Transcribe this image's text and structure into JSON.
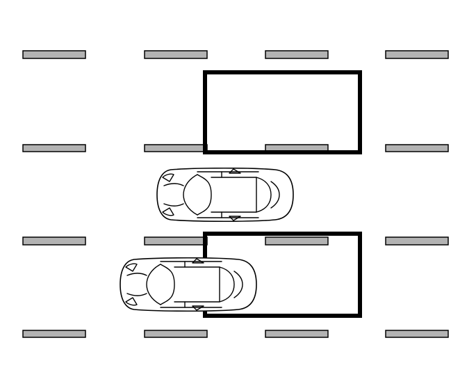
{
  "diagram": {
    "kind": "parking-lot-top-view",
    "colors": {
      "background": "#ffffff",
      "lane_marking": "#b3b3b3",
      "outline": "#000000"
    },
    "lane_markings": {
      "rows": 4,
      "columns": 4
    },
    "highlighted_spaces": 2,
    "cars": [
      {
        "id": "car-top",
        "heading": "left"
      },
      {
        "id": "car-bottom",
        "heading": "left"
      }
    ],
    "icons": [
      "lane-marking",
      "parking-space-outline",
      "car-icon"
    ]
  }
}
